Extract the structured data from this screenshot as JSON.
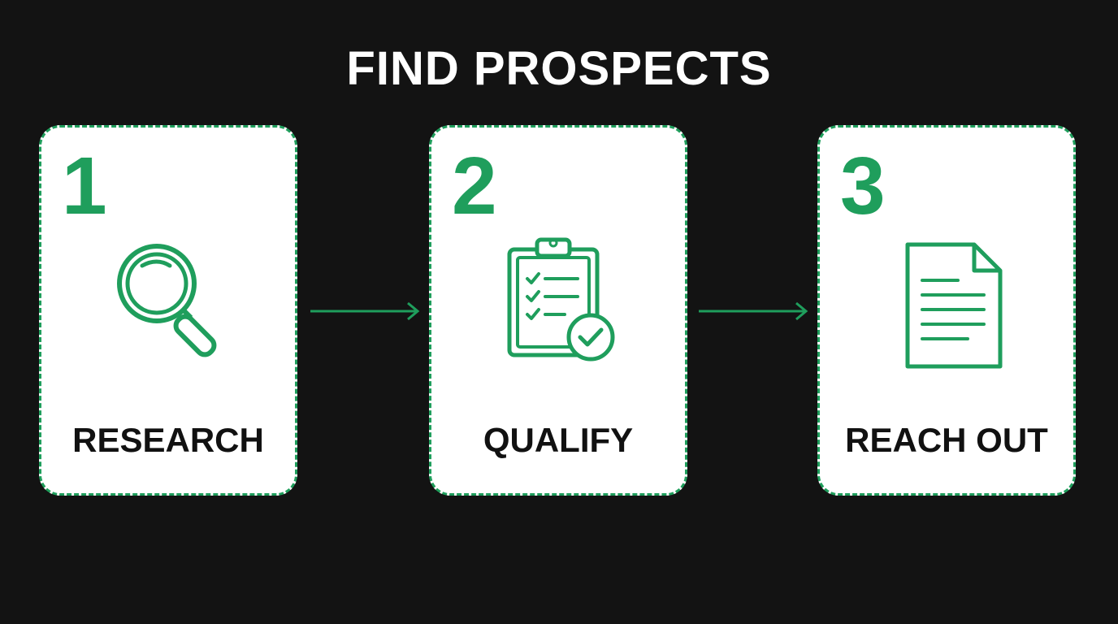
{
  "title": "FIND PROSPECTS",
  "colors": {
    "background": "#131313",
    "accent": "#1f9e5c",
    "card": "#ffffff",
    "label": "#111111"
  },
  "steps": [
    {
      "number": "1",
      "label": "RESEARCH",
      "icon": "magnifying-glass-icon"
    },
    {
      "number": "2",
      "label": "QUALIFY",
      "icon": "clipboard-checklist-icon"
    },
    {
      "number": "3",
      "label": "REACH OUT",
      "icon": "document-icon"
    }
  ],
  "connectors": [
    "arrow-right-icon",
    "arrow-right-icon"
  ]
}
